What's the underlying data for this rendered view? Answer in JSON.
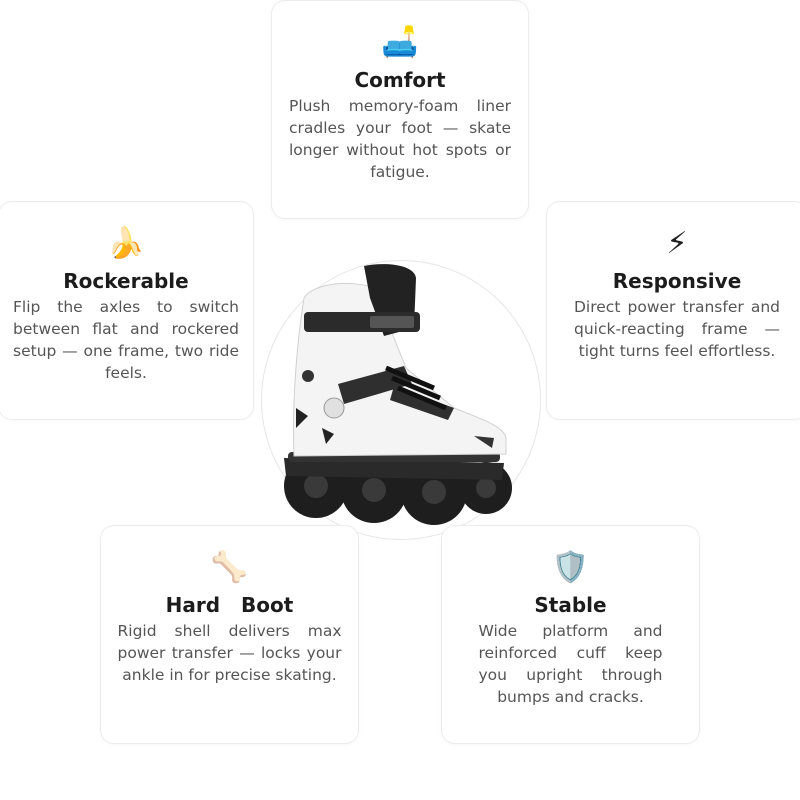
{
  "features": [
    {
      "id": "comfort",
      "icon": "sofa-icon",
      "emoji": "🛋️",
      "title": "Comfort",
      "text": "Plush memory-foam liner cradles your foot — skate longer without hot spots or fatigue."
    },
    {
      "id": "rocker",
      "icon": "banana-icon",
      "emoji": "🍌",
      "title": "Rockerable",
      "text": "Flip the axles to switch between flat and rockered setup — one frame, two ride feels."
    },
    {
      "id": "resp",
      "icon": "lightning-icon",
      "emoji": "⚡",
      "title": "Responsive",
      "text": "Direct power transfer and quick-reacting frame — tight turns feel effortless."
    },
    {
      "id": "hard",
      "icon": "bone-icon",
      "emoji": "🦴",
      "title": "Hard Boot",
      "text": "Rigid shell delivers max power transfer — locks your ankle in for precise skating."
    },
    {
      "id": "stable",
      "icon": "shield-icon",
      "emoji": "🛡️",
      "title": "Stable",
      "text": "Wide platform and reinforced cuff keep you upright through bumps and cracks."
    }
  ],
  "product_image": {
    "icon": "inline-skate-icon"
  },
  "colors": {
    "card_border": "#ececec",
    "title": "#1c1c1c",
    "body_text": "#555555"
  }
}
